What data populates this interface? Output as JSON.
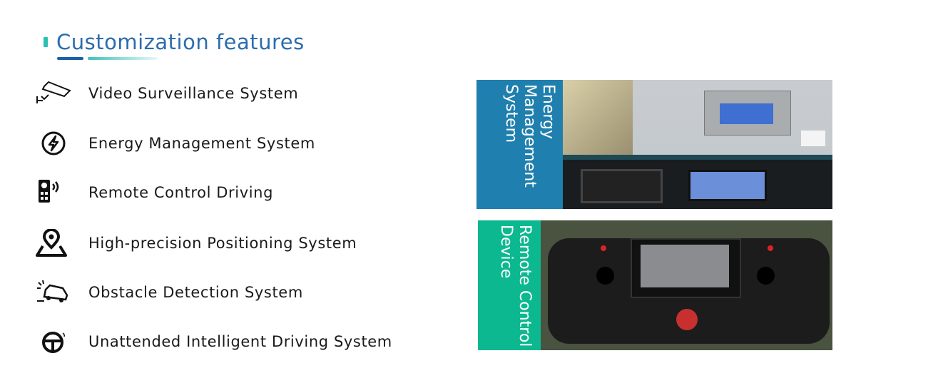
{
  "heading": {
    "title": "Customization features"
  },
  "features": [
    {
      "label": "Video Surveillance System",
      "icon": "camera-icon"
    },
    {
      "label": "Energy Management System",
      "icon": "lightning-circle-icon"
    },
    {
      "label": "Remote Control Driving",
      "icon": "remote-control-icon"
    },
    {
      "label": "High-precision Positioning System",
      "icon": "location-pin-icon"
    },
    {
      "label": "Obstacle Detection System",
      "icon": "car-collision-icon"
    },
    {
      "label": "Unattended Intelligent Driving System",
      "icon": "steering-wheel-icon"
    }
  ],
  "panels": [
    {
      "label": "Energy Management System",
      "color": "#1f7fae"
    },
    {
      "label": "Remote Control Device",
      "color": "#0cb88f"
    }
  ]
}
